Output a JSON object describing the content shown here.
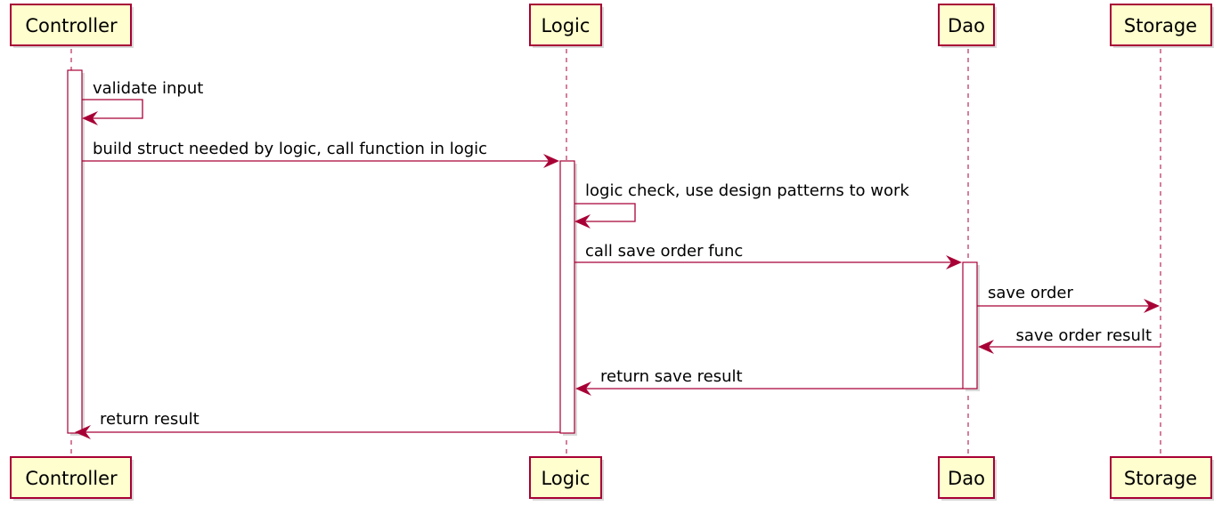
{
  "participants": [
    {
      "id": "controller",
      "label": "Controller"
    },
    {
      "id": "logic",
      "label": "Logic"
    },
    {
      "id": "dao",
      "label": "Dao"
    },
    {
      "id": "storage",
      "label": "Storage"
    }
  ],
  "messages": [
    {
      "from": "controller",
      "to": "controller",
      "label": "validate input"
    },
    {
      "from": "controller",
      "to": "logic",
      "label": "build struct needed by logic, call function in logic"
    },
    {
      "from": "logic",
      "to": "logic",
      "label": "logic check, use design patterns to work"
    },
    {
      "from": "logic",
      "to": "dao",
      "label": "call save order func"
    },
    {
      "from": "dao",
      "to": "storage",
      "label": "save order"
    },
    {
      "from": "storage",
      "to": "dao",
      "label": "save order result"
    },
    {
      "from": "dao",
      "to": "logic",
      "label": "return save result"
    },
    {
      "from": "logic",
      "to": "controller",
      "label": "return result"
    }
  ],
  "colors": {
    "line": "#A80036",
    "box_fill": "#FEFECE",
    "activation_fill": "#FFFFFF"
  }
}
